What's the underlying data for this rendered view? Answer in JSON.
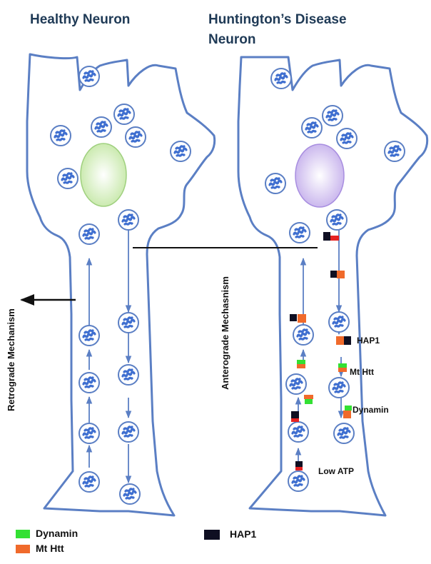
{
  "titles": {
    "healthy": "Healthy Neuron",
    "hd_line1": "Huntington’s Disease",
    "hd_line2": "Neuron"
  },
  "mechanisms": {
    "retrograde": "Retrograde Mechanism",
    "anterograde": "Anterograde Mechasnism"
  },
  "annotations": {
    "hap1": "HAP1",
    "mt_htt": "Mt Htt",
    "dynamin": "Dynamin",
    "low_atp": "Low ATP"
  },
  "legend": {
    "dynamin": "Dynamin",
    "mt_htt": "Mt Htt",
    "hap1": "HAP1"
  },
  "colors": {
    "outline": "#5b7fc4",
    "vesicle": "#3f6fd0",
    "dynamin": "#33e033",
    "mt_htt": "#f06a2b",
    "hap1": "#0f0f22",
    "red_mark": "#e52222",
    "healthy_nucleus": "#dcefc8",
    "hd_nucleus": "#d9c9f0",
    "title": "#1f3a56"
  }
}
